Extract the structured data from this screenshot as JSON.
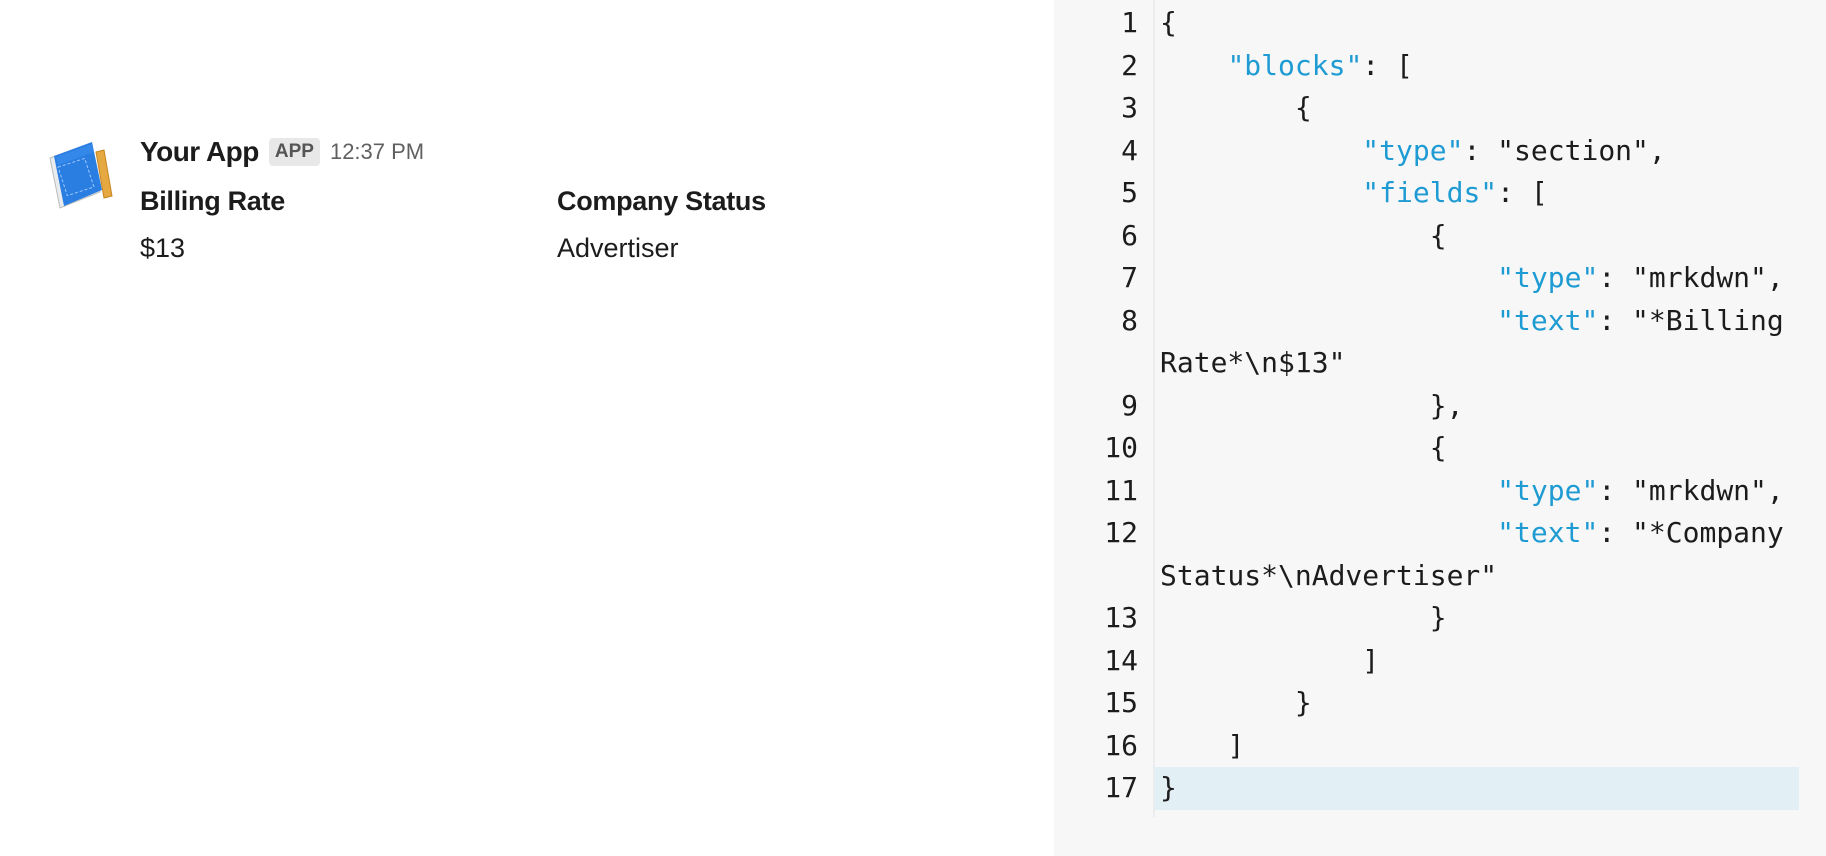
{
  "message": {
    "app_name": "Your App",
    "badge": "APP",
    "time": "12:37 PM",
    "avatar_icon": "blueprint-book-icon",
    "fields": [
      {
        "label": "Billing Rate",
        "value": "$13"
      },
      {
        "label": "Company Status",
        "value": "Advertiser"
      }
    ]
  },
  "editor": {
    "key_color": "#1e9bd3",
    "active_line": 17,
    "lines": [
      {
        "n": "1",
        "indent": "",
        "key": "",
        "rest": "{"
      },
      {
        "n": "2",
        "indent": "    ",
        "key": "\"blocks\"",
        "rest": ": ["
      },
      {
        "n": "3",
        "indent": "        ",
        "key": "",
        "rest": "{"
      },
      {
        "n": "4",
        "indent": "            ",
        "key": "\"type\"",
        "rest": ": \"section\","
      },
      {
        "n": "5",
        "indent": "            ",
        "key": "\"fields\"",
        "rest": ": ["
      },
      {
        "n": "6",
        "indent": "                ",
        "key": "",
        "rest": "{"
      },
      {
        "n": "7",
        "indent": "                    ",
        "key": "\"type\"",
        "rest": ": \"mrkdwn\","
      },
      {
        "n": "8",
        "indent": "                    ",
        "key": "\"text\"",
        "rest": ": \"*Billing Rate*\\n$13\""
      },
      {
        "n": "9",
        "indent": "                ",
        "key": "",
        "rest": "},"
      },
      {
        "n": "10",
        "indent": "                ",
        "key": "",
        "rest": "{"
      },
      {
        "n": "11",
        "indent": "                    ",
        "key": "\"type\"",
        "rest": ": \"mrkdwn\","
      },
      {
        "n": "12",
        "indent": "                    ",
        "key": "\"text\"",
        "rest": ": \"*Company Status*\\nAdvertiser\""
      },
      {
        "n": "13",
        "indent": "                ",
        "key": "",
        "rest": "}"
      },
      {
        "n": "14",
        "indent": "            ",
        "key": "",
        "rest": "]"
      },
      {
        "n": "15",
        "indent": "        ",
        "key": "",
        "rest": "}"
      },
      {
        "n": "16",
        "indent": "    ",
        "key": "",
        "rest": "]"
      },
      {
        "n": "17",
        "indent": "",
        "key": "",
        "rest": "}"
      }
    ]
  }
}
